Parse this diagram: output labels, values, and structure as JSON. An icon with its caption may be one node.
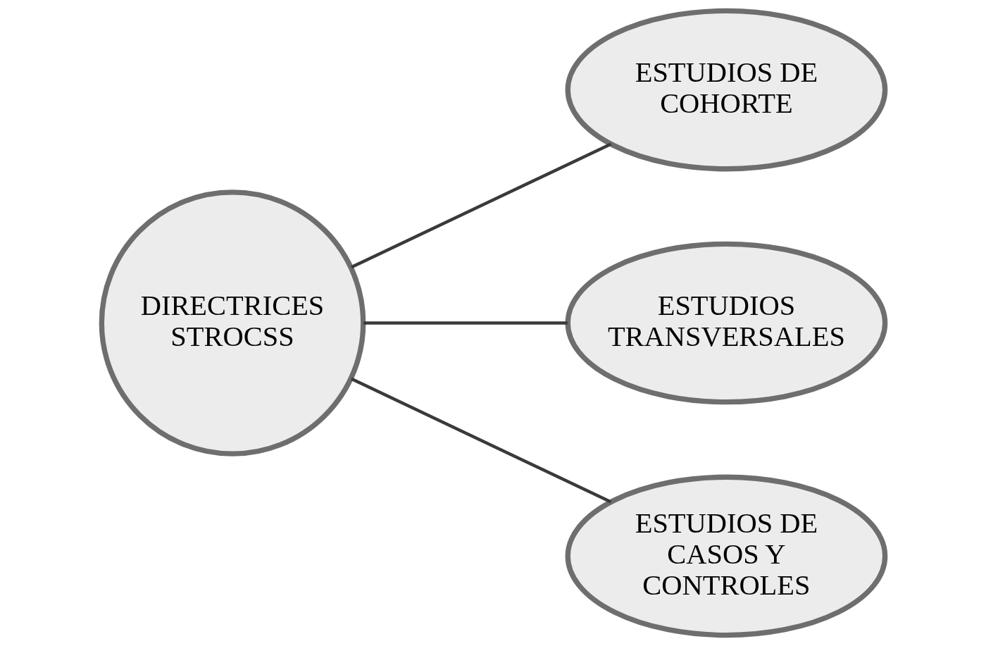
{
  "diagram": {
    "nodes": [
      {
        "text": [
          "DIRECTRICES STROCSS"
        ]
      },
      {
        "text": [
          "ESTUDIOS DE COHORTE"
        ]
      },
      {
        "text": [
          "ESTUDIOS TRANSVERSALES"
        ]
      },
      {
        "text": [
          "ESTUDIOS DE CASOS Y CONTROLES"
        ]
      }
    ],
    "edges": [
      {
        "from": 0,
        "to": 1,
        "arrow": "none"
      },
      {
        "from": 0,
        "to": 2,
        "arrow": "none"
      },
      {
        "from": 0,
        "to": 3,
        "arrow": "none"
      }
    ]
  }
}
